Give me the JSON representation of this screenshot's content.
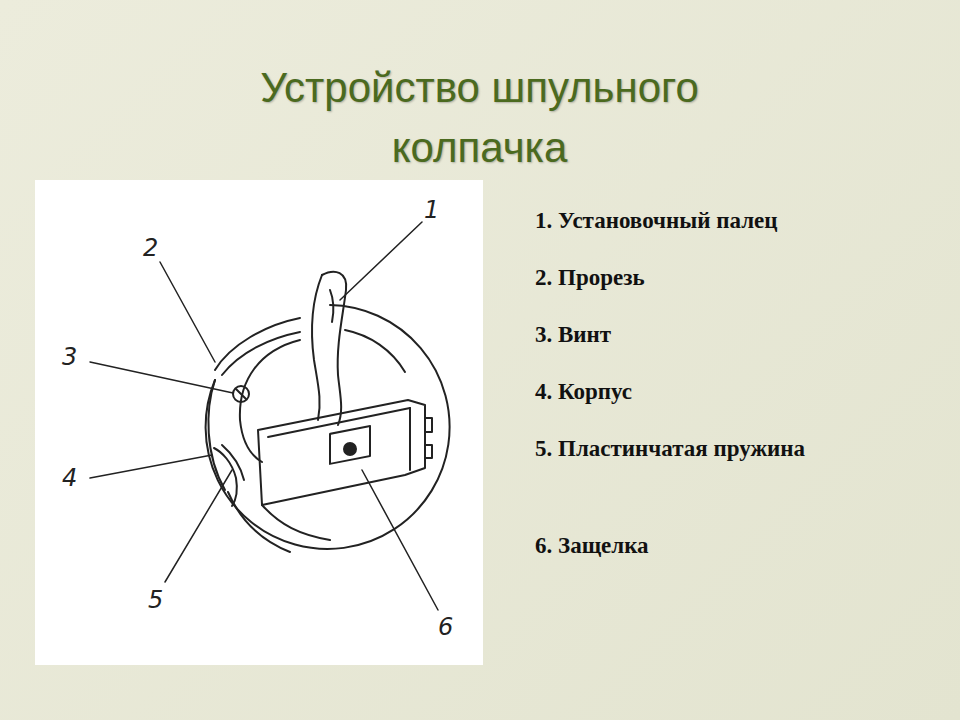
{
  "diagram": {
    "title": "Устройство шпульного колпачка",
    "labels": [
      "1",
      "2",
      "3",
      "4",
      "5",
      "6",
      "1. Установочный палец",
      "2. Прорезь",
      "3. Винт",
      "4. Корпус",
      "5. Пластинчатая пружина",
      "6. Защелка"
    ]
  }
}
